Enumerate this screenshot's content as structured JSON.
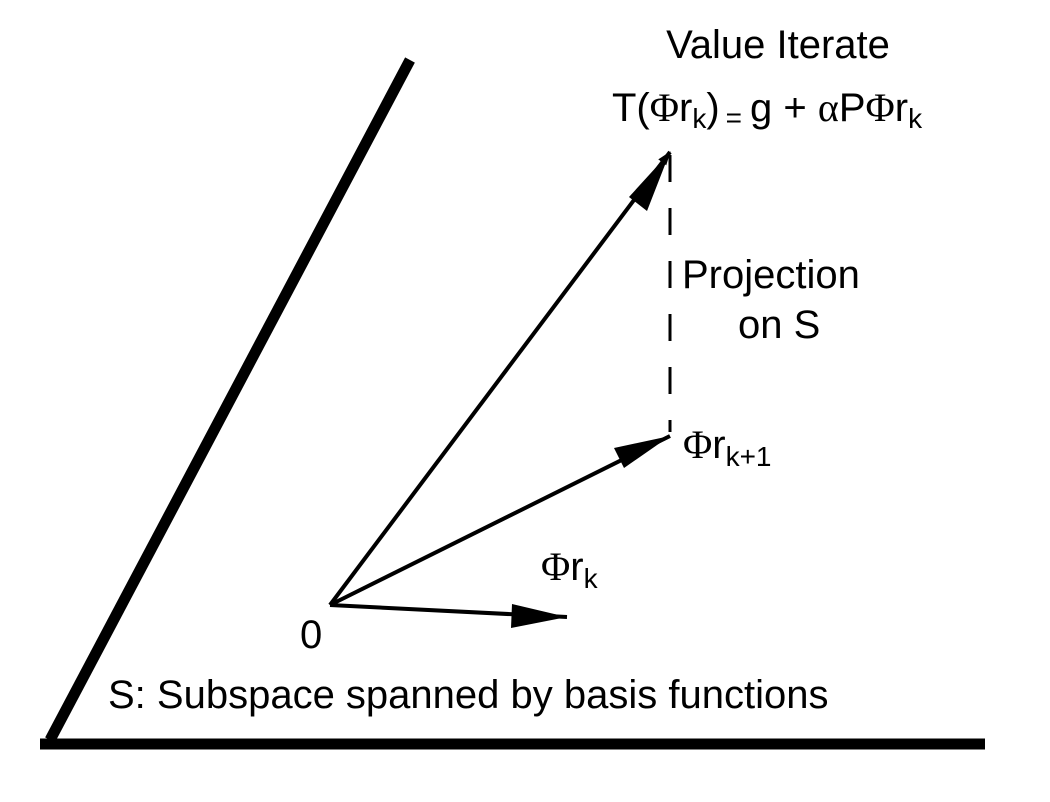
{
  "value_iterate": {
    "title": "Value Iterate",
    "eq_T": "T(",
    "eq_Phi": "Φ",
    "eq_r": "r",
    "eq_k": "k",
    "eq_close": ")",
    "eq_equals": "=",
    "eq_g_plus": "g + ",
    "eq_alpha": "α",
    "eq_P": "P",
    "eq_Phi2": "Φ",
    "eq_r2": "r",
    "eq_k2": "k"
  },
  "projection": {
    "line1": "Projection",
    "line2": "on S"
  },
  "phi_rk1": {
    "phi": "Φ",
    "r": "r",
    "sub": "k+1"
  },
  "phi_rk": {
    "phi": "Φ",
    "r": "r",
    "sub": "k"
  },
  "origin": "0",
  "subspace_caption": "S: Subspace spanned by basis functions",
  "colors": {
    "ink": "#000000",
    "background": "#ffffff"
  }
}
